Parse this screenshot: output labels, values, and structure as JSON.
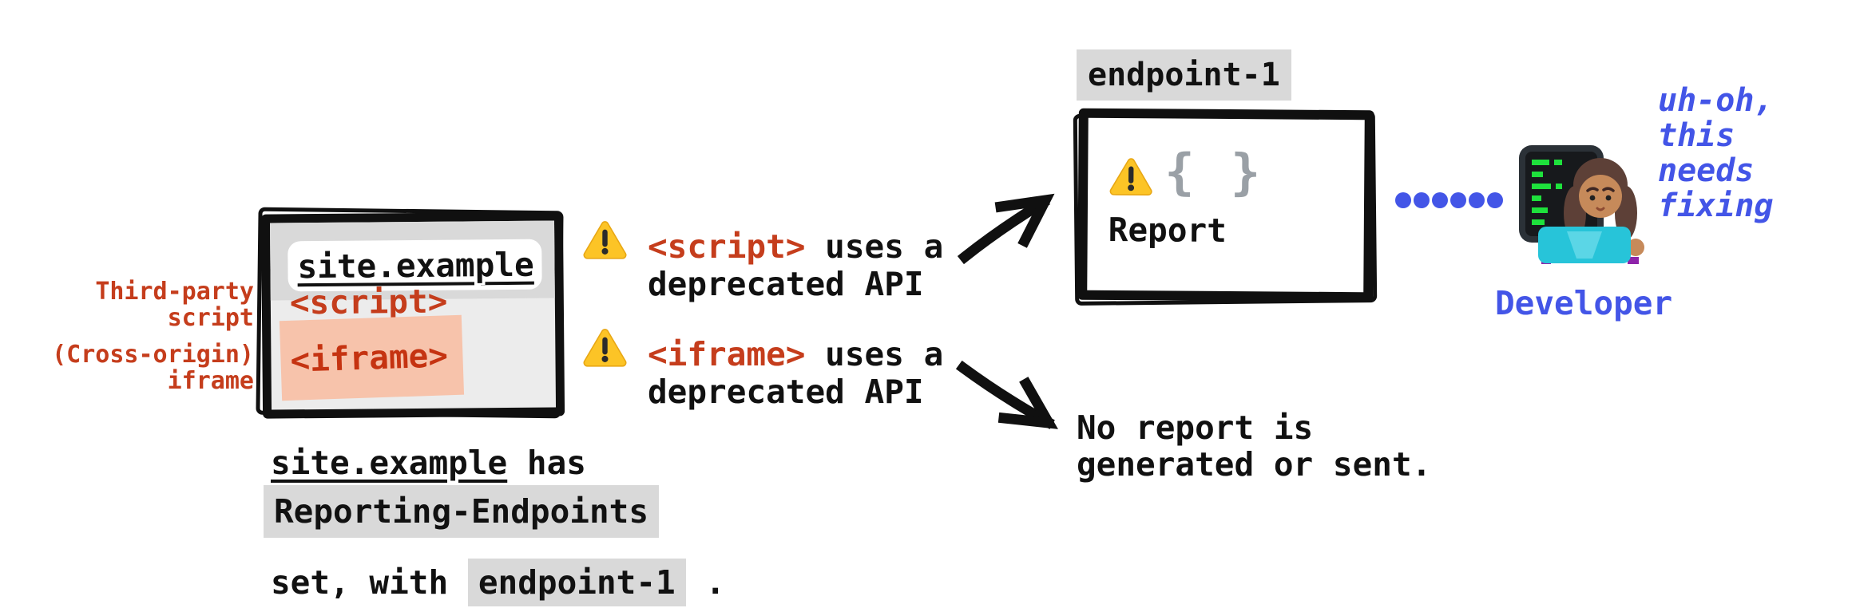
{
  "colors": {
    "red_accent": "#c53d1c",
    "salmon_highlight": "#f7c3ab",
    "chip_gray": "#d9d9d9",
    "blue_accent": "#4355e7",
    "window_fill_gray": "#ececec",
    "header_gray": "#d9d9d9",
    "sketch_black": "#101010",
    "braces_gray": "#9aa0a6",
    "warning_yellow": "#fcc426"
  },
  "browser_window": {
    "title": "site.example",
    "script_tag": "<script>",
    "iframe_tag": "<iframe>"
  },
  "side_labels": {
    "third_party": "Third-party\nscript",
    "cross_origin": "(Cross-origin)\niframe"
  },
  "caption": {
    "site": "site.example",
    "has": " has",
    "header_chip": "Reporting-Endpoints",
    "set_with": "set, with ",
    "endpoint_chip": "endpoint-1",
    "period": " ."
  },
  "warnings": [
    {
      "tag": "<script>",
      "rest": " uses a",
      "line2": "deprecated API"
    },
    {
      "tag": "<iframe>",
      "rest": " uses a",
      "line2": "deprecated API"
    }
  ],
  "endpoint_box": {
    "label_chip": "endpoint-1",
    "braces": "{ }",
    "report": "Report"
  },
  "no_report": {
    "line1": "No report is",
    "line2": "generated or sent."
  },
  "developer": {
    "thought": "uh-oh,\nthis\nneeds\nfixing",
    "label": "Developer"
  },
  "icons": {
    "warning": "warning-triangle",
    "developer": "woman-technologist-emoji",
    "connector": "blue-dotted-line",
    "arrow_up": "arrow-to-endpoint-box",
    "arrow_down": "arrow-to-no-report"
  }
}
